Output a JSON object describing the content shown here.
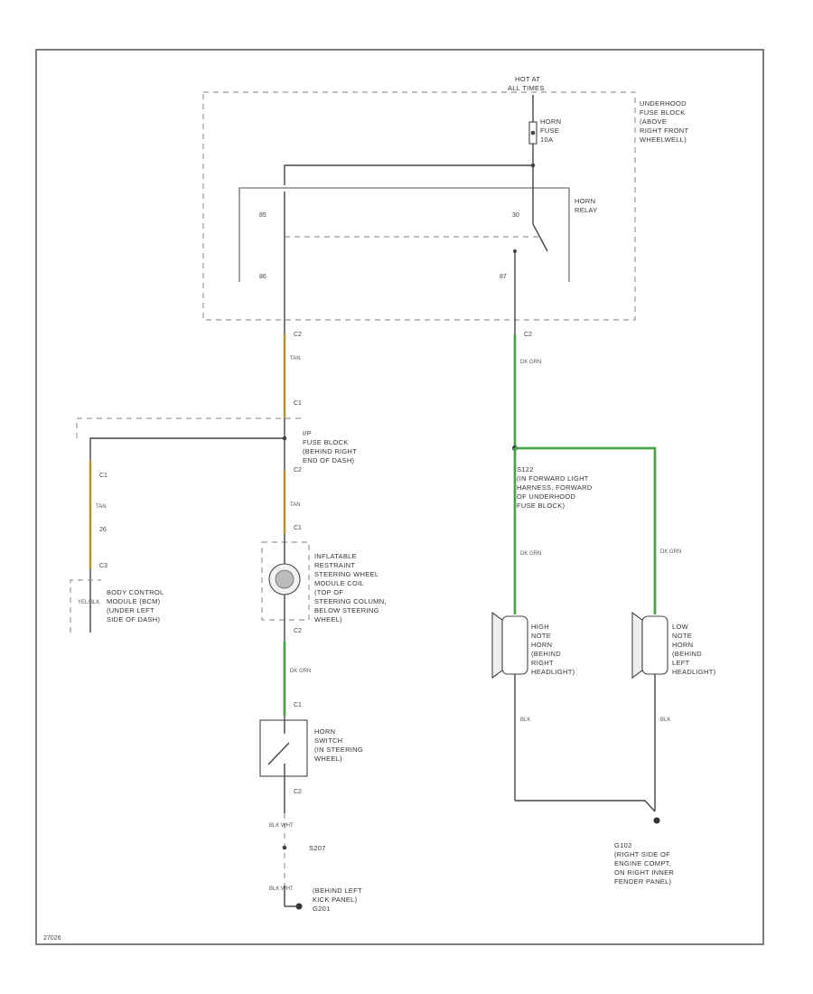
{
  "labels": {
    "hot_at_all_times": [
      "HOT AT",
      "ALL TIMES"
    ],
    "horn_fuse": [
      "HORN",
      "FUSE",
      "10A"
    ],
    "underhood_fuse_block": [
      "UNDERHOOD",
      "FUSE BLOCK",
      "(ABOVE",
      "RIGHT FRONT",
      "WHEELWELL)"
    ],
    "horn_relay": [
      "HORN",
      "RELAY"
    ],
    "ip_fuse_block": [
      "I/P",
      "FUSE BLOCK",
      "(BEHIND RIGHT",
      "END OF DASH)"
    ],
    "body_control_module": [
      "BODY CONTROL",
      "MODULE (BCM)",
      "(UNDER LEFT",
      "SIDE OF DASH)"
    ],
    "inflatable_restraint": [
      "INFLATABLE",
      "RESTRAINT",
      "STEERING WHEEL",
      "MODULE COIL",
      "(TOP OF",
      "STEERING COLUMN,",
      "BELOW STEERING",
      "WHEEL)"
    ],
    "horn_switch": [
      "HORN",
      "SWITCH",
      "(IN STEERING",
      "WHEEL)"
    ],
    "splice_s122": [
      "S122",
      "(IN FORWARD LIGHT",
      "HARNESS, FORWARD",
      "OF UNDERHOOD",
      "FUSE BLOCK)"
    ],
    "high_note_horn": [
      "HIGH",
      "NOTE",
      "HORN",
      "(BEHIND",
      "RIGHT",
      "HEADLIGHT)"
    ],
    "low_note_horn": [
      "LOW",
      "NOTE",
      "HORN",
      "(BEHIND",
      "LEFT",
      "HEADLIGHT)"
    ],
    "ground_g102": [
      "G102",
      "(RIGHT SIDE OF",
      "ENGINE COMPT,",
      "ON RIGHT INNER",
      "FENDER PANEL)"
    ],
    "splice_s207": [
      "S207"
    ],
    "ground_g201": [
      "(BEHIND LEFT",
      "KICK PANEL)",
      "G201"
    ]
  },
  "pins": {
    "relay_85": "85",
    "relay_30": "30",
    "relay_86": "86",
    "relay_87": "87",
    "c2_a": "C2",
    "c2_b": "C2",
    "c1_ip": "C1",
    "c2_ip": "C2",
    "bcm_pin": "26",
    "bcm_c1": "C1",
    "bcm_c2": "C3",
    "coil_c1": "C1",
    "coil_c2": "C2",
    "sw_c1": "C1",
    "sw_c2": "C2",
    "c1_pin": "C1"
  },
  "wires": {
    "tan_1": "TAN",
    "tan_2": "TAN",
    "tan_3": "TAN",
    "dk_grn_1": "DK GRN",
    "dk_grn_2": "DK GRN",
    "dk_grn_3": "DK GRN",
    "dk_grn_4": "DK GRN",
    "blk_1": "BLK",
    "blk_2": "BLK",
    "blk_wht_1": "BLK WHT",
    "blk_wht_2": "BLK WHT",
    "ylw_blk": "YEL/BLK"
  },
  "footer": {
    "code": "27026"
  },
  "colors": {
    "tan_wire": "#f2c94c",
    "green_wire": "#5fd35f",
    "frame": "#555555"
  }
}
